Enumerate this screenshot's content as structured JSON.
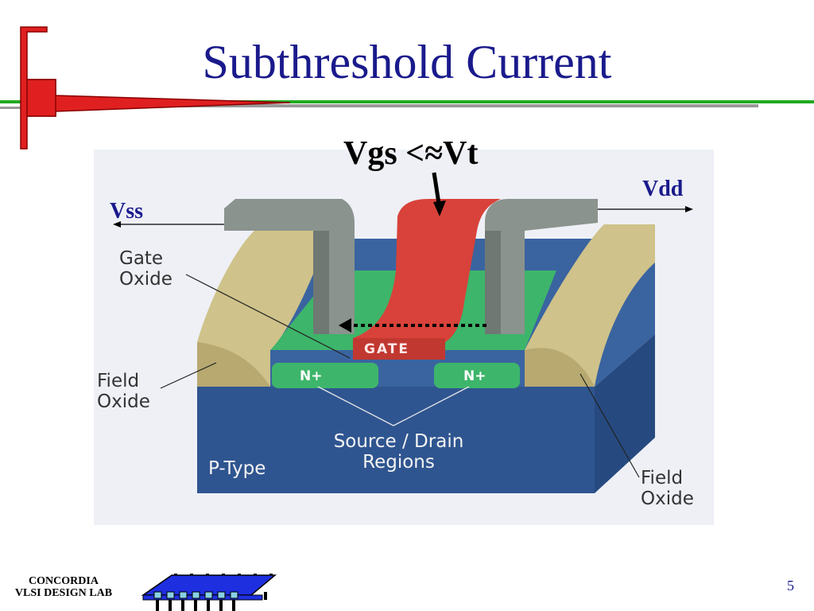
{
  "slide": {
    "title": "Subthreshold Current",
    "page_number": "5"
  },
  "diagram": {
    "gate_voltage_label": "Vgs <≈Vt",
    "drain_label": "Vdd",
    "source_label": "Vss",
    "labels": {
      "gate_oxide": "Gate Oxide",
      "field_oxide_left": "Field Oxide",
      "field_oxide_right": "Field Oxide",
      "source_drain": "Source / Drain Regions",
      "p_type": "P-Type",
      "n_plus_left": "N+",
      "n_plus_right": "N+",
      "gate": "GATE"
    },
    "colors": {
      "substrate": "#2f5590",
      "diffusion": "#3db56a",
      "gate": "#d8423a",
      "metal": "#8a938d",
      "field_oxide": "#cfc28a"
    }
  },
  "footer": {
    "lab_line1": "CONCORDIA",
    "lab_line2": "VLSI DESIGN LAB",
    "logo_icon": "chip-logo-icon"
  },
  "decoration": {
    "accent_red": "#e02020",
    "rule_green": "#22aa22",
    "rule_gray": "#999999"
  }
}
